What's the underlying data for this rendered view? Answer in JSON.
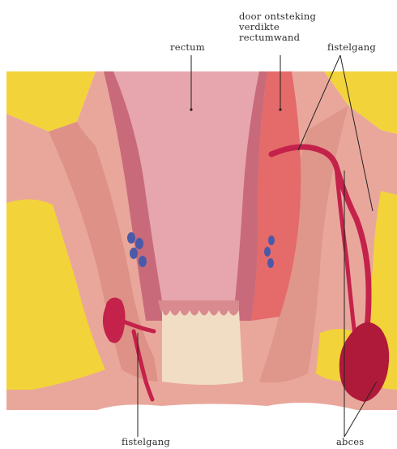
{
  "labels": {
    "rectum": "rectum",
    "wall_line1": "door ontsteking",
    "wall_line2": "verdikte",
    "wall_line3": "rectumwand",
    "fistula_top": "fistelgang",
    "fistula_bottom": "fistelgang",
    "abscess": "abces"
  },
  "colors": {
    "fat": "#f2d33a",
    "muscle": "#e9a79b",
    "muscle_dark": "#d98a80",
    "mucosa": "#c96a7a",
    "lumen": "#e7a6ae",
    "inflamed_wall": "#e56a6a",
    "fistula": "#c4224a",
    "abscess": "#b01a3a",
    "vein": "#4a5aa8",
    "canal_skin": "#f1dcc4"
  }
}
